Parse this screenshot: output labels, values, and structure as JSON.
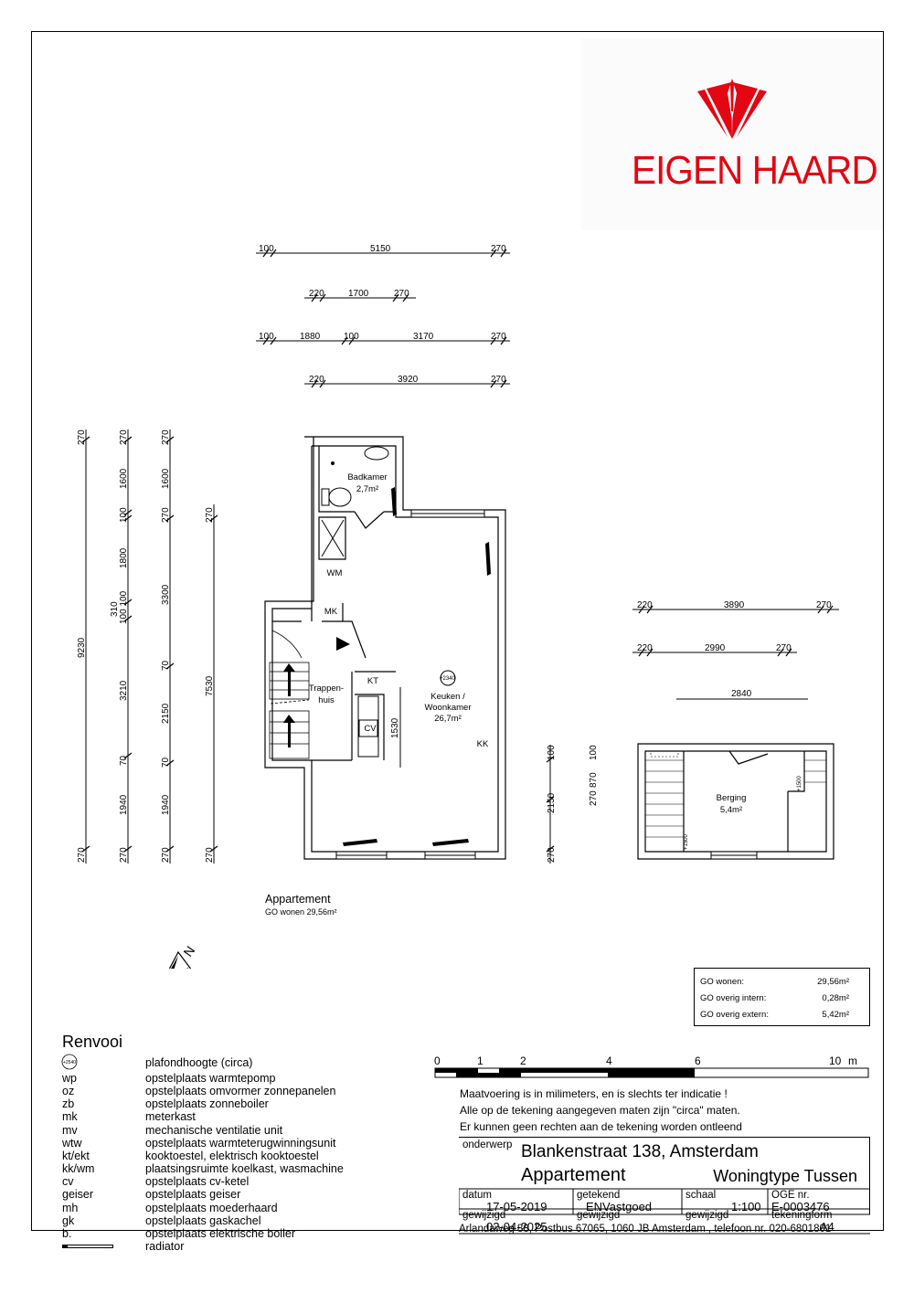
{
  "brand": {
    "name": "EIGEN HAARD",
    "color": "#e30613"
  },
  "plan": {
    "main_title": "Appartement",
    "main_subtitle": "GO wonen 29,56m²",
    "rooms": {
      "badkamer": {
        "name": "Badkamer",
        "area": "2,7m²"
      },
      "keuken_line1": "Keuken /",
      "keuken_line2": "Woonkamer",
      "keuken_area": "26,7m²",
      "trappenhuis_line1": "Trappen-",
      "trappenhuis_line2": "huis",
      "berging": {
        "name": "Berging",
        "area": "5,4m²"
      }
    },
    "labels": {
      "wm": "WM",
      "mk": "MK",
      "kt": "KT",
      "kk": "KK",
      "cv": "CV",
      "ceiling": "+2340",
      "height_1530": "1530",
      "berging_h1": "+1500",
      "berging_h2": "+1500"
    },
    "dim_top": {
      "row1": [
        "100",
        "5150",
        "270"
      ],
      "row2": [
        "220",
        "1700",
        "270"
      ],
      "row3": [
        "100",
        "1880",
        "100",
        "3170",
        "270"
      ],
      "row4": [
        "220",
        "3920",
        "270"
      ]
    },
    "dim_left": {
      "col1": [
        "270",
        "9230",
        "270"
      ],
      "col2": [
        "270",
        "1600",
        "100",
        "1800",
        "310",
        "100 100",
        "3210",
        "70",
        "1940",
        "270"
      ],
      "col3": [
        "270",
        "1600",
        "270",
        "3300",
        "70",
        "2150",
        "70",
        "1940",
        "270"
      ],
      "col4": [
        "270",
        "7530",
        "270"
      ]
    },
    "dim_berging": {
      "row1": [
        "220",
        "3890",
        "270"
      ],
      "row2": [
        "220",
        "2990",
        "270"
      ],
      "row3": [
        "2840"
      ],
      "left_col": [
        "100",
        "870",
        "100",
        "270",
        "2150",
        "270"
      ]
    },
    "compass": "N"
  },
  "areas": [
    {
      "label": "GO wonen:",
      "value": "29,56m²"
    },
    {
      "label": "GO overig intern:",
      "value": "0,28m²"
    },
    {
      "label": "GO overig extern:",
      "value": "5,42m²"
    }
  ],
  "scale_bar": {
    "ticks": [
      "0",
      "1",
      "2",
      "4",
      "6",
      "10"
    ],
    "unit": "m"
  },
  "notes": [
    "Maatvoering is in milimeters, en is slechts ter indicatie !",
    "Alle op de tekening aangegeven maten zijn \"circa\" maten.",
    "Er kunnen geen rechten aan de tekening worden ontleend"
  ],
  "legend": {
    "title": "Renvooi",
    "ceiling_symbol": "+2540",
    "items": [
      {
        "code": "",
        "desc": "plafondhoogte (circa)"
      },
      {
        "code": "wp",
        "desc": "opstelplaats warmtepomp"
      },
      {
        "code": "oz",
        "desc": "opstelplaats omvormer zonnepanelen"
      },
      {
        "code": "zb",
        "desc": "opstelplaats zonneboiler"
      },
      {
        "code": "mk",
        "desc": "meterkast"
      },
      {
        "code": "mv",
        "desc": "mechanische ventilatie unit"
      },
      {
        "code": "wtw",
        "desc": "opstelplaats warmteterugwinningsunit"
      },
      {
        "code": "kt/ekt",
        "desc": "kooktoestel, elektrisch kooktoestel"
      },
      {
        "code": "kk/wm",
        "desc": "plaatsingsruimte koelkast, wasmachine"
      },
      {
        "code": "cv",
        "desc": "opstelplaats cv-ketel"
      },
      {
        "code": "geiser",
        "desc": "opstelplaats geiser"
      },
      {
        "code": "mh",
        "desc": "opstelplaats moederhaard"
      },
      {
        "code": "gk",
        "desc": "opstelplaats gaskachel"
      },
      {
        "code": "b.",
        "desc": "opstelplaats elektrische boiler"
      },
      {
        "code": "",
        "desc": "radiator"
      }
    ]
  },
  "title_block": {
    "onderwerp_label": "onderwerp",
    "address": "Blankenstraat 138, Amsterdam",
    "type": "Appartement",
    "woningtype": "Woningtype Tussen",
    "datum_label": "datum",
    "datum": "17-05-2019",
    "getekend_label": "getekend",
    "getekend": "ENVastgoed",
    "schaal_label": "schaal",
    "schaal": "1:100",
    "oge_label": "OGE nr.",
    "oge": "E-0003476",
    "gewijzigd_label": "gewijzigd",
    "gewijzigd": "02-04-2025",
    "gewijzigd2_label": "gewijzigd",
    "gewijzigd3_label": "gewijzigd",
    "tekeningform_label": "tekeningform",
    "tekeningform": "A4",
    "footer": "Arlandaweg 88, Postbus 67065, 1060 JB Amsterdam , telefoon nr. 020-6801801"
  }
}
